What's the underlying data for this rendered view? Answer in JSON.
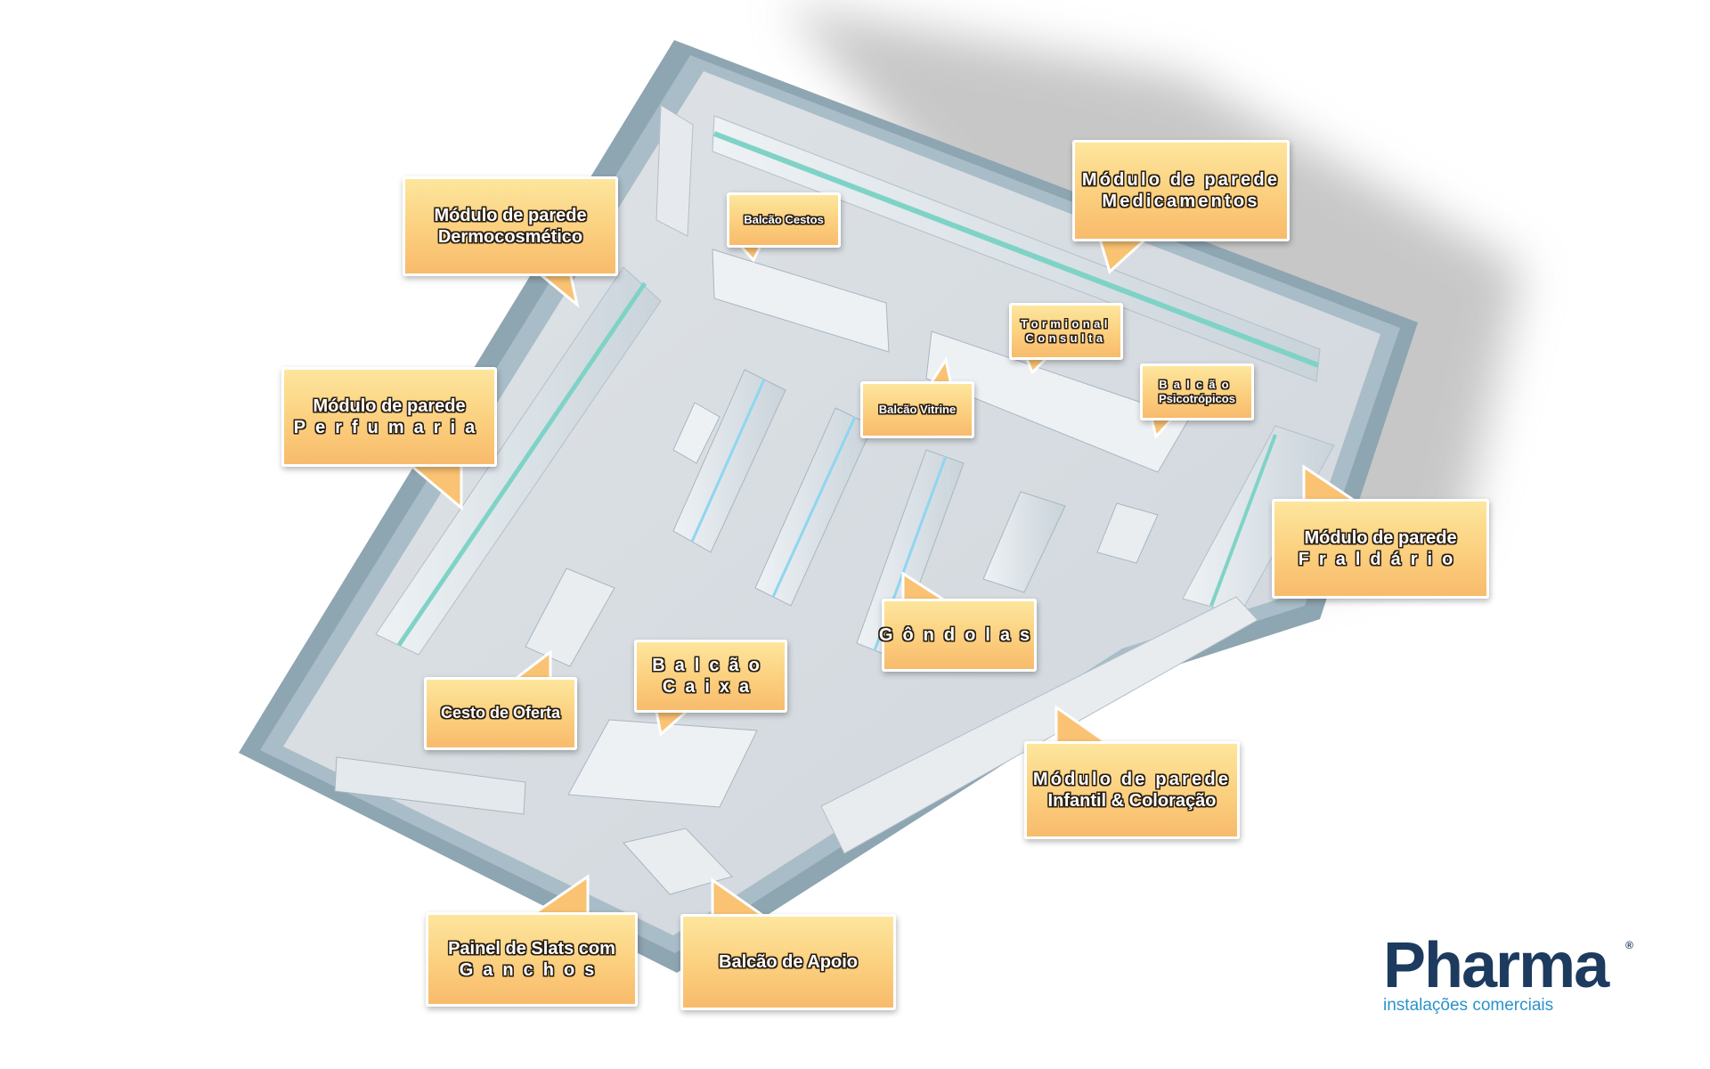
{
  "title": "",
  "callouts": [
    {
      "id": "dermocosmetico",
      "lines": [
        "Módulo de parede",
        "Dermocosmético"
      ]
    },
    {
      "id": "balcao-cestos",
      "lines": [
        "Balcão Cestos"
      ]
    },
    {
      "id": "medicamentos",
      "lines": [
        "Módulo de parede",
        "Medicamentos"
      ]
    },
    {
      "id": "terminal-consulta",
      "lines": [
        "Tormional",
        "Consulta"
      ]
    },
    {
      "id": "balcao-vitrine",
      "lines": [
        "Balcão Vitrine"
      ]
    },
    {
      "id": "balcao-psicotropicos",
      "lines": [
        "Balcão",
        "Psicotrópicos"
      ]
    },
    {
      "id": "perfumaria",
      "lines": [
        "Módulo de parede",
        "Perfumaria"
      ]
    },
    {
      "id": "fraldario",
      "lines": [
        "Módulo de parede",
        "Fraldário"
      ]
    },
    {
      "id": "gondolas",
      "lines": [
        "Gôndolas"
      ]
    },
    {
      "id": "balcao-caixa",
      "lines": [
        "Balcão",
        "Caixa"
      ]
    },
    {
      "id": "cesto-oferta",
      "lines": [
        "Cesto de Oferta"
      ]
    },
    {
      "id": "infantil-coloracao",
      "lines": [
        "Módulo de parede",
        "Infantil & Coloração"
      ]
    },
    {
      "id": "painel-slats",
      "lines": [
        "Painel de Slats com",
        "Ganchos"
      ]
    },
    {
      "id": "balcao-apoio",
      "lines": [
        "Balcão de Apoio"
      ]
    }
  ],
  "logo": {
    "brand": "Pharma",
    "registered": "®",
    "tagline": "instalações comerciais"
  },
  "colors": {
    "wall_outer": "#8fa7b4",
    "wall_inner": "#b5c8d2",
    "floor": "#d9dee3",
    "callout_top": "#fde69d",
    "callout_bottom": "#f8bb6c",
    "brand_dark": "#1d3a5f",
    "brand_light": "#2a93c9"
  }
}
